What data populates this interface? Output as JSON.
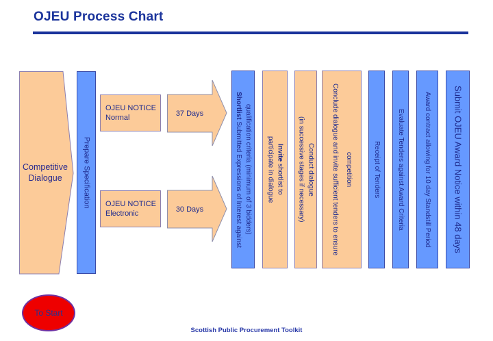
{
  "title": "OJEU Process Chart",
  "footer": "Scottish Public Procurement  Toolkit",
  "colors": {
    "title_blue": "#1a339b",
    "bar_blue": "#6699ff",
    "bar_tan": "#fccb99",
    "text_navy": "#1f2b8f",
    "start_red": "#ee0000",
    "start_outline": "#7030a0"
  },
  "start_shape": {
    "label": "Competitive Dialogue"
  },
  "prepare_bar": {
    "label": "Prepare Specification"
  },
  "notices": [
    {
      "line1": "OJEU NOTICE",
      "line2": "Normal"
    },
    {
      "line1": "OJEU NOTICE",
      "line2": "Electronic"
    }
  ],
  "arrows": [
    {
      "label": "37 Days"
    },
    {
      "label": "30 Days"
    }
  ],
  "bars": [
    {
      "bold": "Shortlist",
      "rest": " Submitted Expressions of Interest against",
      "line2": "qualification criteria (minimum of 3 bidders)",
      "color": "blue"
    },
    {
      "bold": "Invite",
      "rest": " shortlist to",
      "line2": "participate in dialogue",
      "color": "tan"
    },
    {
      "line1": "Conduct dialogue",
      "line2": "(in successive stages if necessary)",
      "color": "tan"
    },
    {
      "line1": "Conclude dialogue and invite sufficient tenders to ensure",
      "line2": "competition",
      "color": "tan"
    },
    {
      "line1": "Receipt of Tenders",
      "color": "blue"
    },
    {
      "line1": "Evaluate Tenders against  Award Criteria",
      "color": "blue"
    },
    {
      "line1": "Award contract allowing for 10 day Standstill Period",
      "color": "blue"
    },
    {
      "line1": "Submit OJEU Award Notice within 48 days",
      "color": "blue"
    }
  ],
  "start_button": {
    "label": "To Start"
  }
}
